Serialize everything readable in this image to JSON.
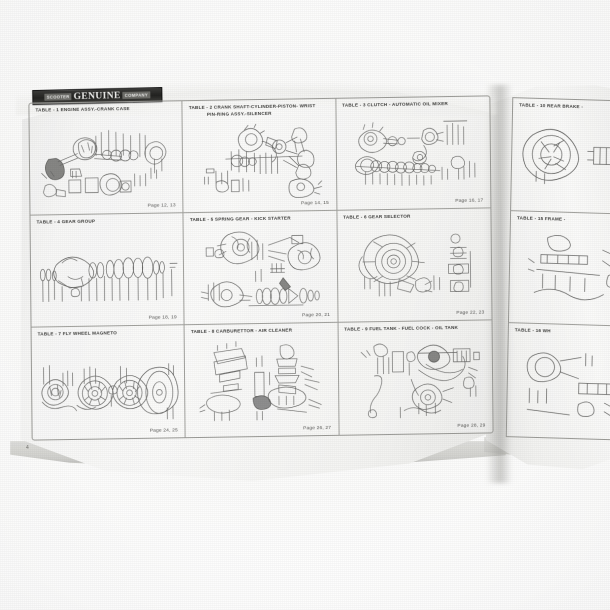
{
  "document": {
    "type": "motorcycle-parts-catalogue",
    "open_spread": true,
    "folio": "4",
    "masthead": {
      "left_word": "SCOOTER",
      "main_word": "GENUINE",
      "right_word": "COMPANY"
    }
  },
  "left_page": {
    "tables": [
      {
        "no": "TABLE - 1",
        "title_line1": "ENGINE ASSY.-CRANK CASE",
        "title_line2": "",
        "page": "Page 12, 13",
        "art": "engine-crankcase"
      },
      {
        "no": "TABLE - 2",
        "title_line1": "CRANK SHAFT-CYLINDER-PISTON- WRIST",
        "title_line2": "PIN-RING ASSY.-SILENCER",
        "page": "Page 14, 15",
        "art": "crankshaft-piston"
      },
      {
        "no": "TABLE - 3",
        "title_line1": "CLUTCH - AUTOMATIC OIL MIXER",
        "title_line2": "",
        "page": "Page 16, 17",
        "art": "clutch-oilmixer"
      },
      {
        "no": "TABLE - 4",
        "title_line1": "GEAR GROUP",
        "title_line2": "",
        "page": "Page 18, 19",
        "art": "gear-group"
      },
      {
        "no": "TABLE - 5",
        "title_line1": "SPRING GEAR - KICK STARTER",
        "title_line2": "",
        "page": "Page 20, 21",
        "art": "spring-gear-kick"
      },
      {
        "no": "TABLE - 6",
        "title_line1": "GEAR SELECTOR",
        "title_line2": "",
        "page": "Page 22, 23",
        "art": "gear-selector"
      },
      {
        "no": "TABLE - 7",
        "title_line1": "FLY WHEEL MAGNETO",
        "title_line2": "",
        "page": "Page 24, 25",
        "art": "flywheel-magneto"
      },
      {
        "no": "TABLE - 8",
        "title_line1": "CARBURETTOR - AIR CLEANER",
        "title_line2": "",
        "page": "Page 26, 27",
        "art": "carburettor-aircleaner"
      },
      {
        "no": "TABLE - 9",
        "title_line1": "FUEL TANK - FUEL COCK - OIL TANK",
        "title_line2": "",
        "page": "Page 28, 29",
        "art": "fuel-tank"
      }
    ]
  },
  "right_page": {
    "tables": [
      {
        "no": "TABLE - 10",
        "title_line1": "REAR BRAKE -",
        "page": "",
        "art": "rear-brake"
      },
      {
        "no": "TABLE - 15",
        "title_line1": "FRAME -",
        "page": "",
        "art": "frame"
      },
      {
        "no": "TABLE - 16",
        "title_line1": "WH",
        "page": "",
        "art": "wheel-tools"
      }
    ]
  },
  "colors": {
    "paper": "#f7f7f5",
    "paper_shadow": "#cfcfcb",
    "rule": "#a2a29e",
    "ink": "#3b3b39",
    "masthead_bg": "#232321",
    "background": "#ffffff"
  }
}
